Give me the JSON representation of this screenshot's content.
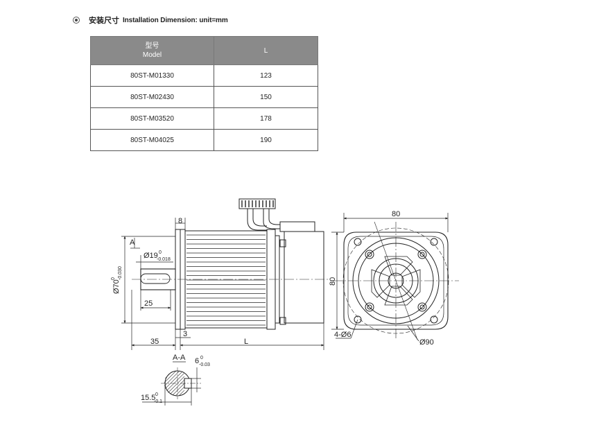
{
  "heading": {
    "cn": "安装尺寸",
    "en": "Installation Dimension:  unit=mm"
  },
  "table": {
    "headers": [
      {
        "cn": "型号",
        "en": "Model"
      },
      {
        "cn": "",
        "en": "L"
      }
    ],
    "rows": [
      {
        "model": "80ST-M01330",
        "l": "123"
      },
      {
        "model": "80ST-M02430",
        "l": "150"
      },
      {
        "model": "80ST-M03520",
        "l": "178"
      },
      {
        "model": "80ST-M04025",
        "l": "190"
      }
    ]
  },
  "drawing": {
    "side": {
      "dim_flange": "8",
      "section_mark": "A",
      "shaft_dia": "Ø19",
      "shaft_dia_tol_up": "0",
      "shaft_dia_tol_low": "-0.018",
      "pilot_dia": "Ø70",
      "pilot_dia_tol_up": "0",
      "pilot_dia_tol_low": "-0.030",
      "key_len": "25",
      "shaft_len": "35",
      "flange_thk": "3",
      "body_len": "L"
    },
    "front": {
      "width": "80",
      "height": "80",
      "holes": "4-Ø6",
      "pcd": "Ø90"
    },
    "section": {
      "title": "A-A",
      "key_w": "6",
      "key_w_tol_up": "0",
      "key_w_tol_low": "-0.03",
      "depth": "15.5",
      "depth_tol_up": "0",
      "depth_tol_low": "-0.1"
    }
  }
}
